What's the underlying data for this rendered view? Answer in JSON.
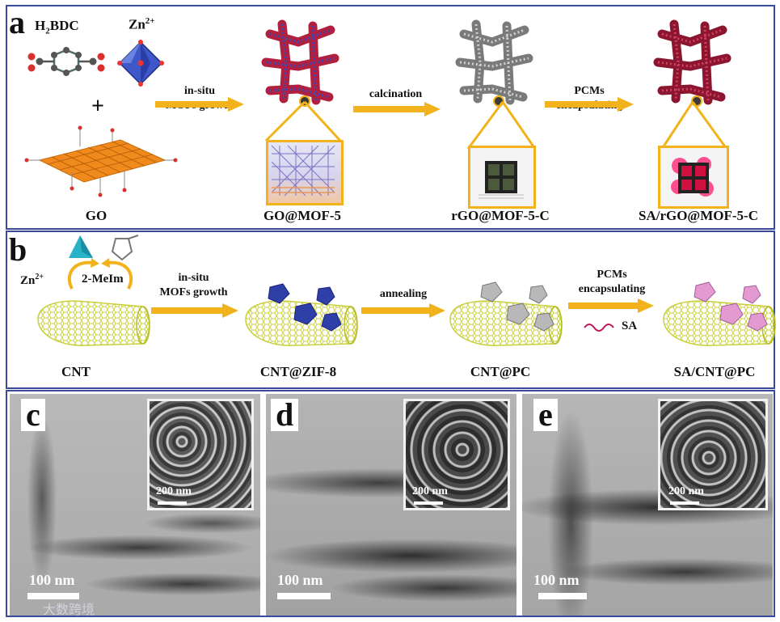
{
  "panel_a": {
    "label": "a",
    "h2bdc_label": "H",
    "h2bdc_sub": "2",
    "h2bdc_rest": "BDC",
    "zn_label": "Zn",
    "zn_sup": "2+",
    "plus": "+",
    "arrow1": [
      "in-situ",
      "MOFs growth"
    ],
    "arrow2": [
      "calcination"
    ],
    "arrow3": [
      "PCMs",
      "encapsulating"
    ],
    "captions": [
      "GO",
      "GO@MOF-5",
      "rGO@MOF-5-C",
      "SA/rGO@MOF-5-C"
    ]
  },
  "panel_b": {
    "label": "b",
    "zn_label": "Zn",
    "zn_sup": "2+",
    "meim_label": "2-MeIm",
    "arrow1": [
      "in-situ",
      "MOFs growth"
    ],
    "arrow2": [
      "annealing"
    ],
    "arrow3": [
      "PCMs",
      "encapsulating"
    ],
    "sa_label": "SA",
    "captions": [
      "CNT",
      "CNT@ZIF-8",
      "CNT@PC",
      "SA/CNT@PC"
    ]
  },
  "panel_c": {
    "label": "c",
    "scale": "100 nm",
    "inset_scale": "200 nm"
  },
  "panel_d": {
    "label": "d",
    "scale": "100 nm",
    "inset_scale": "200 nm"
  },
  "panel_e": {
    "label": "e",
    "scale": "100 nm",
    "inset_scale": "200 nm"
  },
  "watermark": "大数跨境",
  "colors": {
    "frame": "#3a4a9a",
    "arrow": "#f2b21b",
    "cnt": "#c9cf3a",
    "mof": "#b22040",
    "zif": "#2e3fa8"
  }
}
